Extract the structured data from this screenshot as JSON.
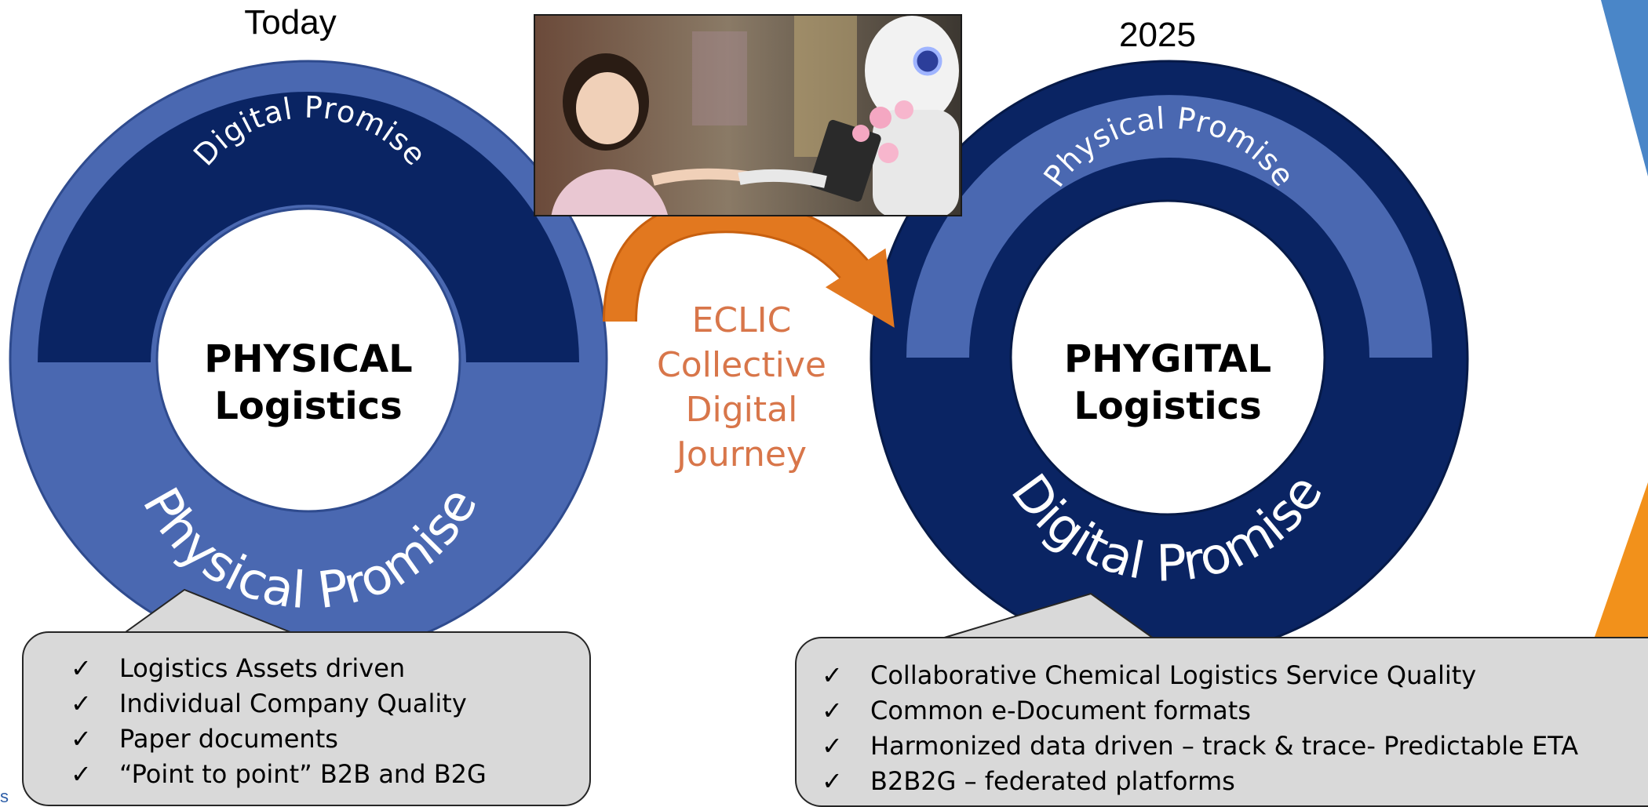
{
  "left": {
    "year": "Today",
    "outer_arc_text": "Digital Promise",
    "lower_text": "Physical Promise",
    "center_line1": "PHYSICAL",
    "center_line2": "Logistics",
    "items": [
      "Logistics Assets driven",
      "Individual Company Quality",
      "Paper documents",
      "“Point to point” B2B and B2G"
    ]
  },
  "middle": {
    "journey_lines": [
      "ECLIC",
      "Collective",
      "Digital",
      "Journey"
    ]
  },
  "right": {
    "year": "2025",
    "outer_arc_text": "Physical Promise",
    "lower_text": "Digital Promise",
    "center_line1": "PHYGITAL",
    "center_line2": "Logistics",
    "items": [
      "Collaborative Chemical Logistics Service Quality",
      "Common e-Document formats",
      "Harmonized data driven – track & trace- Predictable ETA",
      "B2B2G – federated platforms"
    ]
  },
  "check_glyph": "✓",
  "edge_fragment": "s",
  "colors": {
    "light_blue": "#4a68b1",
    "dark_navy": "#0a2463",
    "arrow_orange": "#e2781f",
    "journey_text": "#d8764a",
    "bubble_fill": "#d9d9d9",
    "corner_blue": "#4a86c8",
    "corner_orange": "#f2911b",
    "edge_fragment": "#2e5fa8"
  }
}
